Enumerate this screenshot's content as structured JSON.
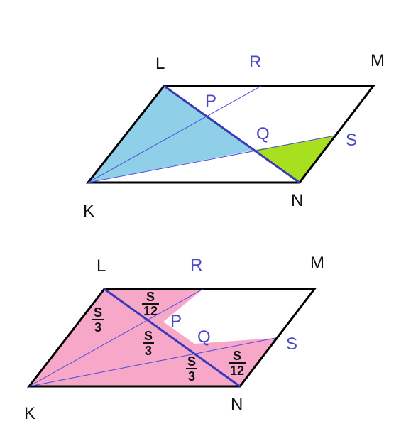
{
  "colors": {
    "outline": "#000000",
    "diagonal": "#3a3ab8",
    "ray": "#4a4ae0",
    "blue_fill": "#8fd0e8",
    "green_fill": "#a8e020",
    "pink_fill": "#f7a8c8",
    "label_black": "#111111",
    "label_blue": "#4a4ac8"
  },
  "top_figure": {
    "vertices": {
      "L": "L",
      "M": "M",
      "K": "K",
      "N": "N"
    },
    "points": {
      "R": "R",
      "P": "P",
      "Q": "Q",
      "S": "S"
    }
  },
  "bottom_figure": {
    "vertices": {
      "L": "L",
      "M": "M",
      "K": "K",
      "N": "N"
    },
    "points": {
      "R": "R",
      "P": "P",
      "Q": "Q",
      "S": "S"
    },
    "area_labels": {
      "top_small": {
        "num": "S",
        "den": "12"
      },
      "left": {
        "num": "S",
        "den": "3"
      },
      "middle": {
        "num": "S",
        "den": "3"
      },
      "lower": {
        "num": "S",
        "den": "3"
      },
      "right_small": {
        "num": "S",
        "den": "12"
      }
    }
  }
}
